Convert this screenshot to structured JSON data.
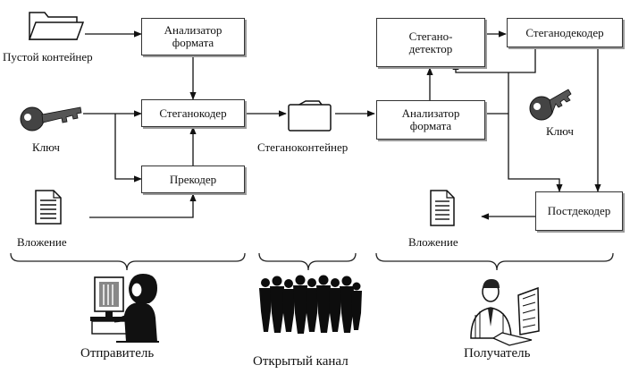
{
  "boxes": {
    "analyzer_sender": "Анализатор\nформата",
    "stegoencoder": "Стеганокодер",
    "precoder": "Прекодер",
    "stego_detector": "Стегано-\nдетектор",
    "stegodecoder": "Стеганодекодер",
    "analyzer_receiver": "Анализатор\nформата",
    "postdecoder": "Постдекодер"
  },
  "labels": {
    "empty_container": "Пустой контейнер",
    "key_sender": "Ключ",
    "attachment_sender": "Вложение",
    "stegocontainer": "Стеганоконтейнер",
    "key_receiver": "Ключ",
    "attachment_receiver": "Вложение"
  },
  "parties": {
    "sender": "Отправитель",
    "open_channel": "Открытый канал",
    "receiver": "Получатель"
  },
  "icons": [
    "folder-icon",
    "key-icon",
    "document-icon",
    "briefcase-icon",
    "person-at-computer-icon",
    "crowd-icon",
    "person-at-monitor-icon"
  ]
}
